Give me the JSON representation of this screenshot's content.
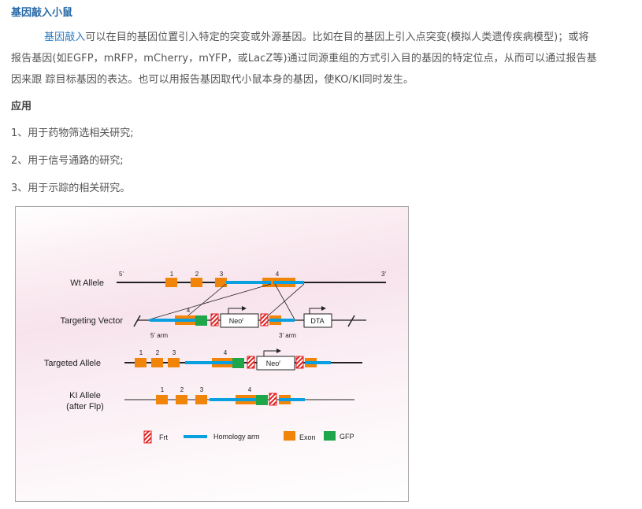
{
  "article": {
    "title": "基因敲入小鼠",
    "paragraph": {
      "link_text": "基因敲入",
      "line1_rest": "可以在目的基因位置引入特定的突变或外源基因。比如在目的基因上引入点突变(模拟人类遗传疾病模型)；或将",
      "line2": "报告基因(如EGFP，mRFP，mCherry，mYFP，或LacZ等)通过同源重组的方式引入目的基因的特定位点，从而可以通过报告基",
      "line3": "因来跟 踪目标基因的表达。也可以用报告基因取代小鼠本身的基因，使KO/KI同时发生。"
    },
    "section_heading": "应用",
    "applications": [
      "1、用于药物筛选相关研究;",
      "2、用于信号通路的研究;",
      "3、用于示踪的相关研究。"
    ]
  },
  "figure": {
    "colors": {
      "exon": "#f0850a",
      "gfp": "#1fa64a",
      "homology_arm": "#0aa0e0",
      "frt": "#e02020",
      "line": "#222222"
    },
    "rows": {
      "wt": {
        "label": "Wt Allele",
        "five_prime": "5'",
        "three_prime": "3'",
        "exons": [
          "1",
          "2",
          "3",
          "4"
        ]
      },
      "vector": {
        "label": "Targeting Vector",
        "exon": "4",
        "neo": "Neo",
        "neo_sup": "r",
        "dta": "DTA",
        "five_arm": "5' arm",
        "three_arm": "3' arm"
      },
      "targeted": {
        "label": "Targeted Allele",
        "exons": [
          "1",
          "2",
          "3",
          "4"
        ],
        "neo": "Neo",
        "neo_sup": "r"
      },
      "ki": {
        "label_line1": "KI Allele",
        "label_line2": "(after Flp)",
        "exons": [
          "1",
          "2",
          "3",
          "4"
        ]
      }
    },
    "legend": [
      {
        "key": "frt",
        "label": "Frt"
      },
      {
        "key": "homology_arm",
        "label": "Homology arm"
      },
      {
        "key": "exon",
        "label": "Exon"
      },
      {
        "key": "gfp",
        "label": "GFP"
      }
    ]
  }
}
